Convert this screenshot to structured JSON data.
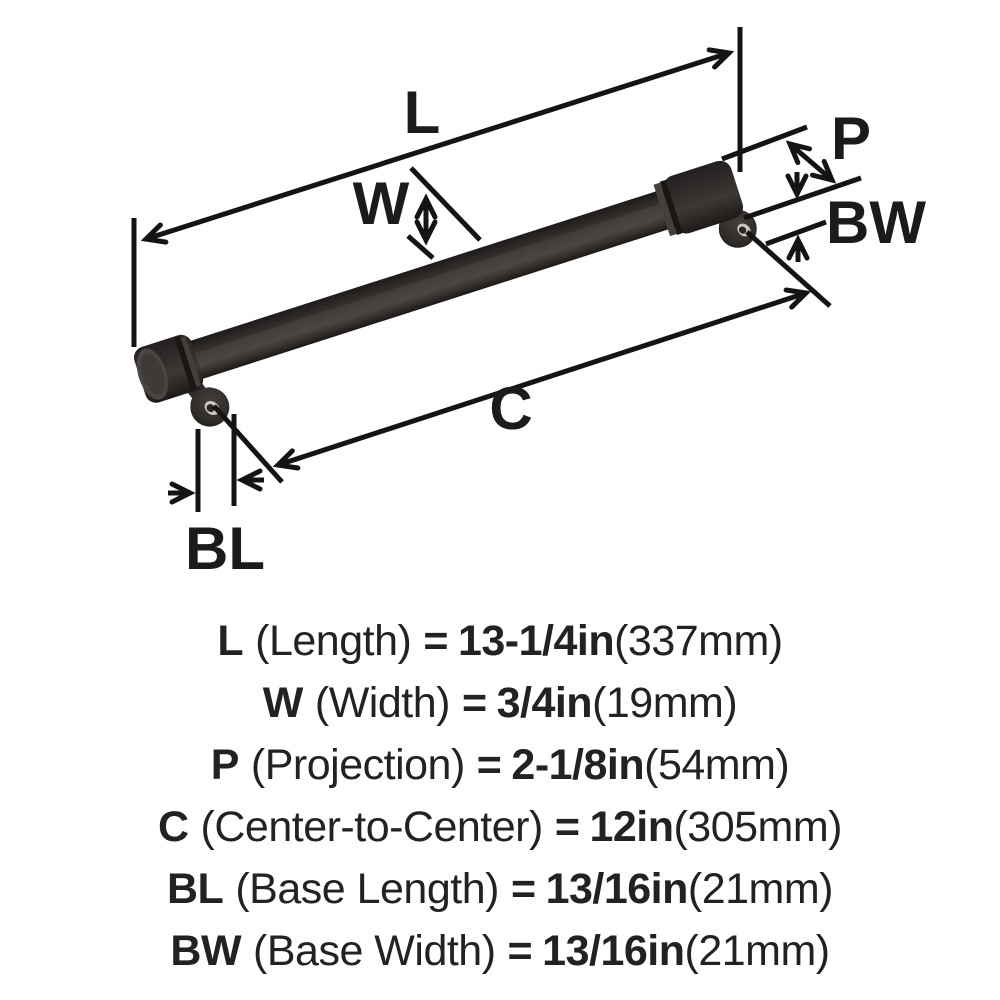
{
  "diagram": {
    "labels": {
      "L": "L",
      "W": "W",
      "P": "P",
      "BW": "BW",
      "C": "C",
      "BL": "BL"
    }
  },
  "specs": {
    "eq": "=",
    "rows": [
      {
        "abbr": "L",
        "name": "(Length)",
        "value": "13-1/4in",
        "metric": "(337mm)"
      },
      {
        "abbr": "W",
        "name": "(Width)",
        "value": "3/4in",
        "metric": "(19mm)"
      },
      {
        "abbr": "P",
        "name": "(Projection)",
        "value": "2-1/8in",
        "metric": "(54mm)"
      },
      {
        "abbr": "C",
        "name": "(Center-to-Center)",
        "value": "12in",
        "metric": "(305mm)"
      },
      {
        "abbr": "BL",
        "name": "(Base Length)",
        "value": "13/16in",
        "metric": "(21mm)"
      },
      {
        "abbr": "BW",
        "name": "(Base Width)",
        "value": "13/16in",
        "metric": "(21mm)"
      }
    ]
  },
  "colors": {
    "background": "#ffffff",
    "line": "#141414",
    "text": "#222222",
    "handle_dark": "#211d1c",
    "handle_mid": "#413c38",
    "handle_highlight": "#4c4641",
    "handle_face": "#4a4542",
    "screw_hole_ring": "#c9c6c3",
    "screw_hole_center": "#2c2825"
  }
}
